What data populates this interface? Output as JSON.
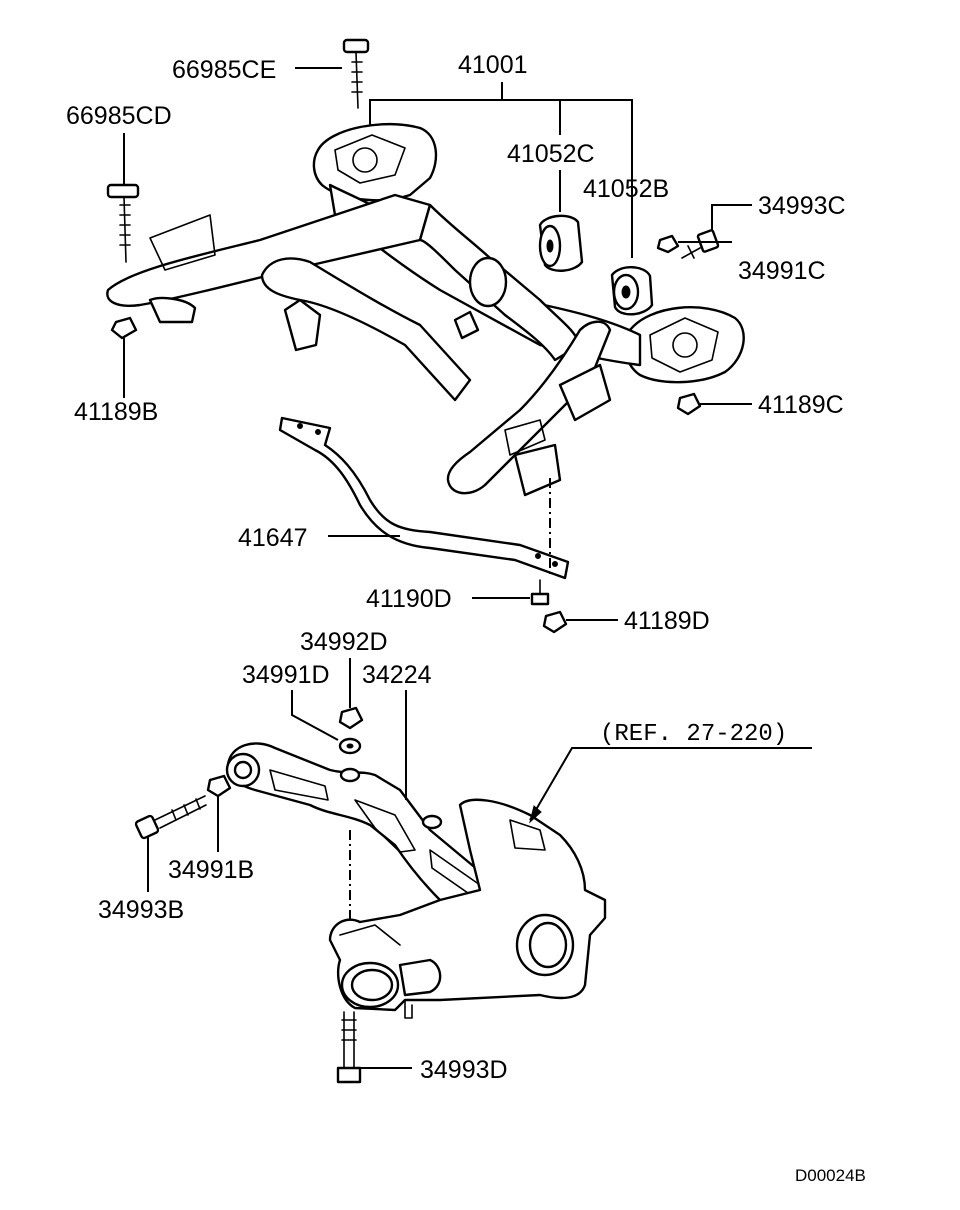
{
  "labels": {
    "crossmember_assy": "41001",
    "bushing_c": "41052C",
    "bushing_b": "41052B",
    "bolt_cd": "66985CD",
    "bolt_ce": "66985CE",
    "bolt_34993c": "34993C",
    "nut_34991c": "34991C",
    "nut_41189b": "41189B",
    "nut_41189c": "41189C",
    "stay_41647": "41647",
    "bolt_41190d": "41190D",
    "nut_41189d": "41189D",
    "washer_34992d": "34992D",
    "nut_34991d": "34991D",
    "support_34224": "34224",
    "ref": "(REF. 27-220)",
    "bolt_34993b": "34993B",
    "nut_34991b": "34991B",
    "bolt_34993d": "34993D",
    "diagram_code": "D00024B"
  }
}
